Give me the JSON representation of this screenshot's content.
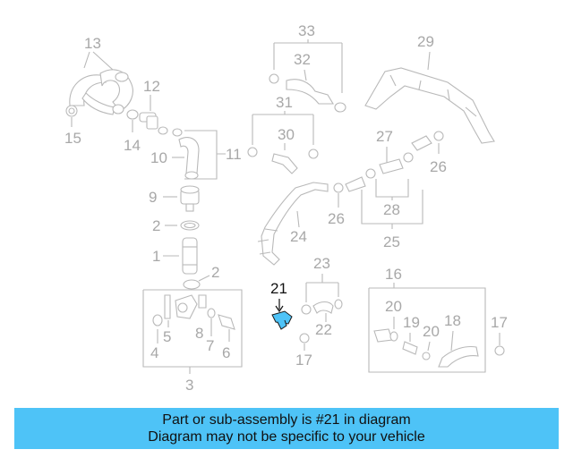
{
  "diagram": {
    "callouts": {
      "c1": "1",
      "c2a": "2",
      "c2b": "2",
      "c3": "3",
      "c4": "4",
      "c5": "5",
      "c6": "6",
      "c7": "7",
      "c8": "8",
      "c9": "9",
      "c10": "10",
      "c11": "11",
      "c12": "12",
      "c13": "13",
      "c14": "14",
      "c15": "15",
      "c16": "16",
      "c17a": "17",
      "c17b": "17",
      "c18": "18",
      "c19": "19",
      "c20a": "20",
      "c20b": "20",
      "c21": "21",
      "c22": "22",
      "c23": "23",
      "c24": "24",
      "c25": "25",
      "c26a": "26",
      "c26b": "26",
      "c27": "27",
      "c28": "28",
      "c29": "29",
      "c30": "30",
      "c31": "31",
      "c32": "32",
      "c33": "33"
    },
    "highlight_color": "#4ec3f7"
  },
  "banner": {
    "line1": "Part or sub-assembly is #21 in diagram",
    "line2": "Diagram may not be specific to your vehicle",
    "color": "#4ec3f7"
  }
}
